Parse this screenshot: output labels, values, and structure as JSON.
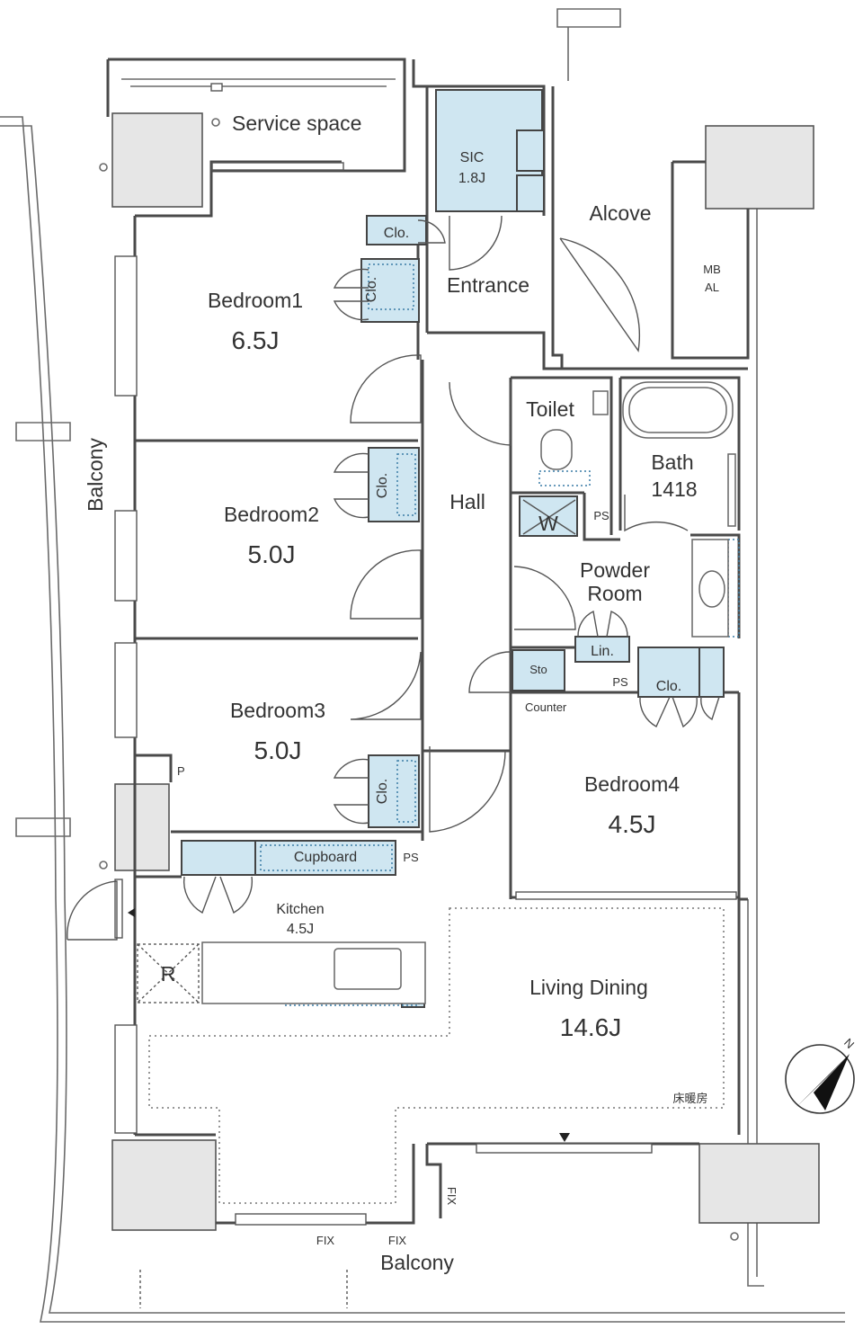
{
  "rooms": {
    "service_space": "Service space",
    "sic": "SIC",
    "sic_size": "1.8J",
    "alcove": "Alcove",
    "mb_al_1": "MB",
    "mb_al_2": "AL",
    "entrance": "Entrance",
    "bedroom1": "Bedroom1",
    "bedroom1_size": "6.5J",
    "bedroom2": "Bedroom2",
    "bedroom2_size": "5.0J",
    "bedroom3": "Bedroom3",
    "bedroom3_size": "5.0J",
    "bedroom4": "Bedroom4",
    "bedroom4_size": "4.5J",
    "hall": "Hall",
    "toilet": "Toilet",
    "bath": "Bath",
    "bath_size": "1418",
    "powder_room_1": "Powder",
    "powder_room_2": "Room",
    "kitchen": "Kitchen",
    "kitchen_size": "4.5J",
    "living_dining": "Living Dining",
    "living_dining_size": "14.6J",
    "floor_heating": "床暖房"
  },
  "labels": {
    "clo": "Clo.",
    "w": "W",
    "ps": "PS",
    "lin": "Lin.",
    "sto": "Sto",
    "counter": "Counter",
    "cupboard": "Cupboard",
    "p": "P",
    "r": "R",
    "fix": "FIX",
    "fix_vertical": "FIX",
    "balcony_left": "Balcony",
    "balcony_bottom": "Balcony",
    "north": "N"
  },
  "colors": {
    "storage_fill": "#cfe6f1",
    "wall": "#4a4a4a",
    "text": "#333333"
  }
}
